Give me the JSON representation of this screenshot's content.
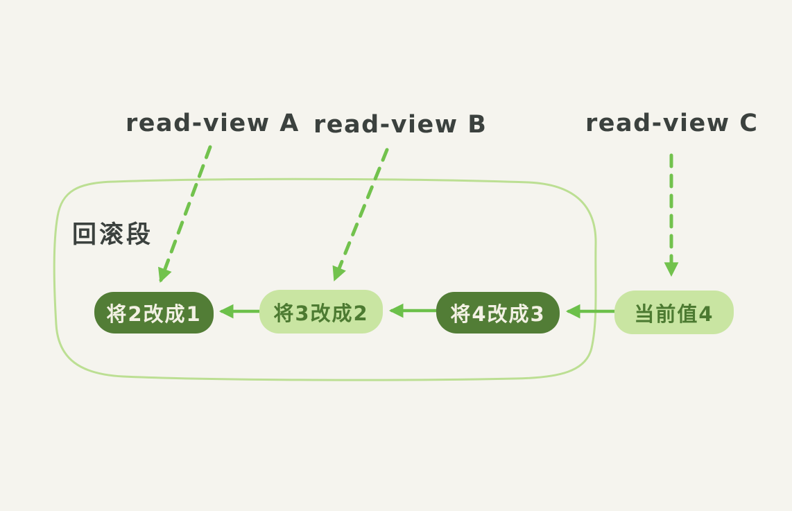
{
  "colors": {
    "background": "#f5f4ee",
    "dark_green_node": "#527d36",
    "light_green_node": "#c9e5a2",
    "arrow_green": "#6cc04a",
    "dashed_arrow_green": "#72c24d",
    "outline_green": "#bcdf93",
    "node_text_light": "#f3f1e4",
    "node_text_green": "#4c7a31",
    "label_text": "#3b413e"
  },
  "read_view_labels": [
    {
      "label": "read-view A"
    },
    {
      "label": "read-view B"
    },
    {
      "label": "read-view C"
    }
  ],
  "rollback_segment": {
    "label": "回滚段"
  },
  "nodes": [
    {
      "label": "将2改成1",
      "style": "dark"
    },
    {
      "label": "将3改成2",
      "style": "light"
    },
    {
      "label": "将4改成3",
      "style": "dark"
    },
    {
      "label": "当前值4",
      "style": "light"
    }
  ]
}
